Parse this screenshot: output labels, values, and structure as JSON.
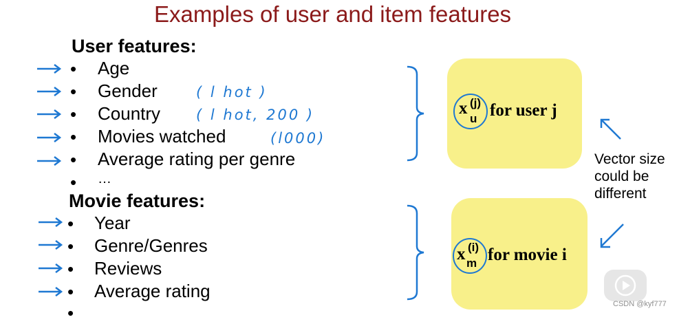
{
  "title": "Examples of user and item features",
  "user_section": {
    "heading": "User features:",
    "items": [
      "Age",
      "Gender",
      "Country",
      "Movies watched",
      "Average rating per genre",
      "…"
    ]
  },
  "movie_section": {
    "heading": "Movie features:",
    "items": [
      "Year",
      "Genre/Genres",
      "Reviews",
      "Average rating",
      ""
    ]
  },
  "handwritten_notes": {
    "gender": "( l hot )",
    "country": "( l hot, 200 )",
    "movies_watched": "(l000)"
  },
  "user_box": {
    "var": "x",
    "sup": "(j)",
    "sub": "u",
    "text": "for user j"
  },
  "movie_box": {
    "var": "x",
    "sup": "(i)",
    "sub": "m",
    "text": "for movie i"
  },
  "side_note": [
    "Vector size",
    "could be",
    "different"
  ],
  "watermark": "CSDN @kyf777",
  "colors": {
    "title": "#8b1a1a",
    "annotation": "#1e78d2",
    "box": "#f8f08a"
  }
}
